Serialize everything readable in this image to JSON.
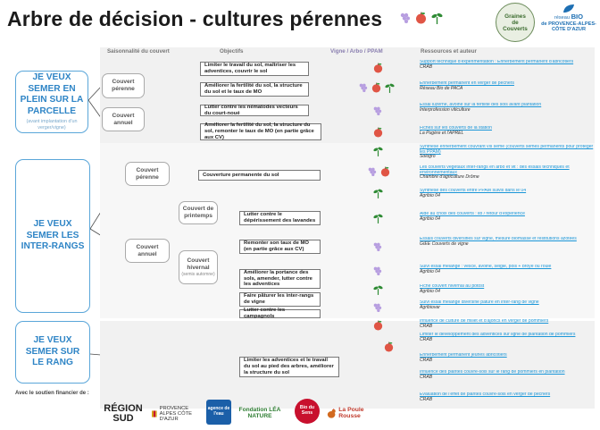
{
  "title": "Arbre de décision - cultures pérennes",
  "headers": {
    "saison": "Saisonnalité du couvert",
    "objectifs": "Objectifs",
    "cultures": "Vigne / Arbo / ",
    "ppam": "PPAM",
    "ressources": "Ressources et auteur"
  },
  "colors": {
    "accent_blue": "#2f85c6",
    "link_blue": "#1a96d8",
    "grape": "#b79ee0",
    "apple": "#e05545",
    "leaf": "#2f8b35"
  },
  "sections": [
    {
      "title": "JE VEUX SEMER EN PLEIN SUR LA PARCELLE",
      "subtitle": "(avant implantation d'un verger/vigne)"
    },
    {
      "title": "JE VEUX SEMER LES INTER-RANGS",
      "subtitle": ""
    },
    {
      "title": "JE VEUX SEMER SUR LE RANG",
      "subtitle": ""
    }
  ],
  "levels": {
    "s1_perenne": "Couvert pérenne",
    "s1_annuel": "Couvert annuel",
    "s2_perenne": "Couvert pérenne",
    "s2_annuel": "Couvert annuel",
    "printemps": "Couvert de printemps",
    "hivernal": "Couvert hivernal",
    "hivernal_sub": "(semis automne)"
  },
  "objectives": [
    "Limiter le travail du sol, maîtriser les adventices, couvrir le sol",
    "Améliorer la fertilité du sol, la structure du sol et le taux de MO",
    "Lutter contre les nématodes vecteurs du court-noué",
    "Améliorer la fertilité du sol, la structure du sol, remonter le taux de MO (en partie grâce aux CV)",
    "Couverture permanente du sol",
    "Lutter contre le dépérissement des lavandes",
    "Remonter son taux de MO (en partie grâce aux CV)",
    "Améliorer la portance des sols, amender, lutter contre les adventices",
    "Faire pâturer les inter-rangs de vigne",
    "Lutter contre les campagnols",
    "Limiter les adventices et le travail du sol au pied des arbres, améliorer la structure du sol"
  ],
  "resources": [
    {
      "link": "Support technique d'expérimentation : Enherbement permanent d'abricotiers",
      "author": "CRAB"
    },
    {
      "link": "Enherbement permanent en verger de pêchers",
      "author": "Réseau Bio de PACA"
    },
    {
      "link": "Essai luzerne, avoine sur la fertilité des sols avant plantation",
      "author": "Interprofession viticulture"
    },
    {
      "link": "Fiches sur les couverts de la station",
      "author": "La Pugère et l'APREL"
    },
    {
      "link": "Synthèse enherbement couvrant vis semé (couverts semés permanents pour protéger les PPAM)",
      "author": "Sologro"
    },
    {
      "link": "Les couverts végétaux inter-rangs en arbo et vit : des essais techniques et environnementaux",
      "author": "Chambre d'agriculture Drôme"
    },
    {
      "link": "Synthèse des couverts entre PPAM suivis dans le 04",
      "author": "Agribio 04"
    },
    {
      "link": "Aide au choix des couverts : lib / retour d'expérience",
      "author": "Agribio 04"
    },
    {
      "link": "Essais couverts diversifiés sur vigne, mesure biomasse et restitutions azotées",
      "author": "GIEE Couverts de vigne"
    },
    {
      "link": "Suivi essai mélange : vesce, avoine, seigle, pois + broyé ou roulé",
      "author": "Agribio 04"
    },
    {
      "link": "Fiche couvert hivernal au potost",
      "author": "Agribio 04"
    },
    {
      "link": "Suivi essai mélange diversifié pâturé en inter-rang de vigne",
      "author": "Agribiovar"
    },
    {
      "link": "Influence de culture de millet et d'ajoncs en verger de pommiers",
      "author": "CRAB"
    },
    {
      "link": "Limiter le développement des adventices sur ligne de plantation de pommiers",
      "author": "CRAB"
    },
    {
      "link": "Enherbement permanent jeunes abricotiers",
      "author": "CRAB"
    },
    {
      "link": "Influence des plantes couvre-sols sur le rang de pommiers en plantation",
      "author": "CRAB"
    },
    {
      "link": "Évaluation de l'effet de plantes couvre-sols en verger de pêchers",
      "author": "CRAB"
    }
  ],
  "logos": {
    "graines": "Graines de Couverts",
    "bio_prefix": "réseau",
    "bio": "BIO",
    "bio_region": "de PROVENCE-ALPES-CÔTE D'AZUR"
  },
  "footer": {
    "label": "Avec le soutien financier de :",
    "region": "RÉGION SUD",
    "pref": "PROVENCE ALPES CÔTE D'AZUR",
    "agence": "agence de l'eau",
    "fondation": "Fondation LÉA NATURE",
    "bio_sens": "Bio du Sens",
    "poule": "La Poule Rousse"
  }
}
